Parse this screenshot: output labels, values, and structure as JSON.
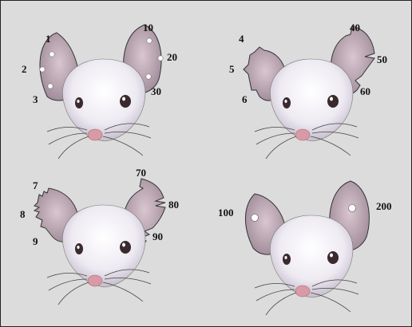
{
  "panels": [
    {
      "id": "single-holes",
      "labels": [
        "1",
        "2",
        "3",
        "10",
        "20",
        "30"
      ]
    },
    {
      "id": "single-notches",
      "labels": [
        "4",
        "5",
        "6",
        "40",
        "50",
        "60"
      ]
    },
    {
      "id": "double-notches",
      "labels": [
        "7",
        "8",
        "9",
        "70",
        "80",
        "90"
      ]
    },
    {
      "id": "center-holes",
      "labels": [
        "100",
        "200"
      ]
    }
  ],
  "colors": {
    "background": "#dcdcdc",
    "fur": "#f2f0f4",
    "ear_inner": "#c9b3bd",
    "nose": "#d89aa7",
    "outline": "#333333"
  }
}
